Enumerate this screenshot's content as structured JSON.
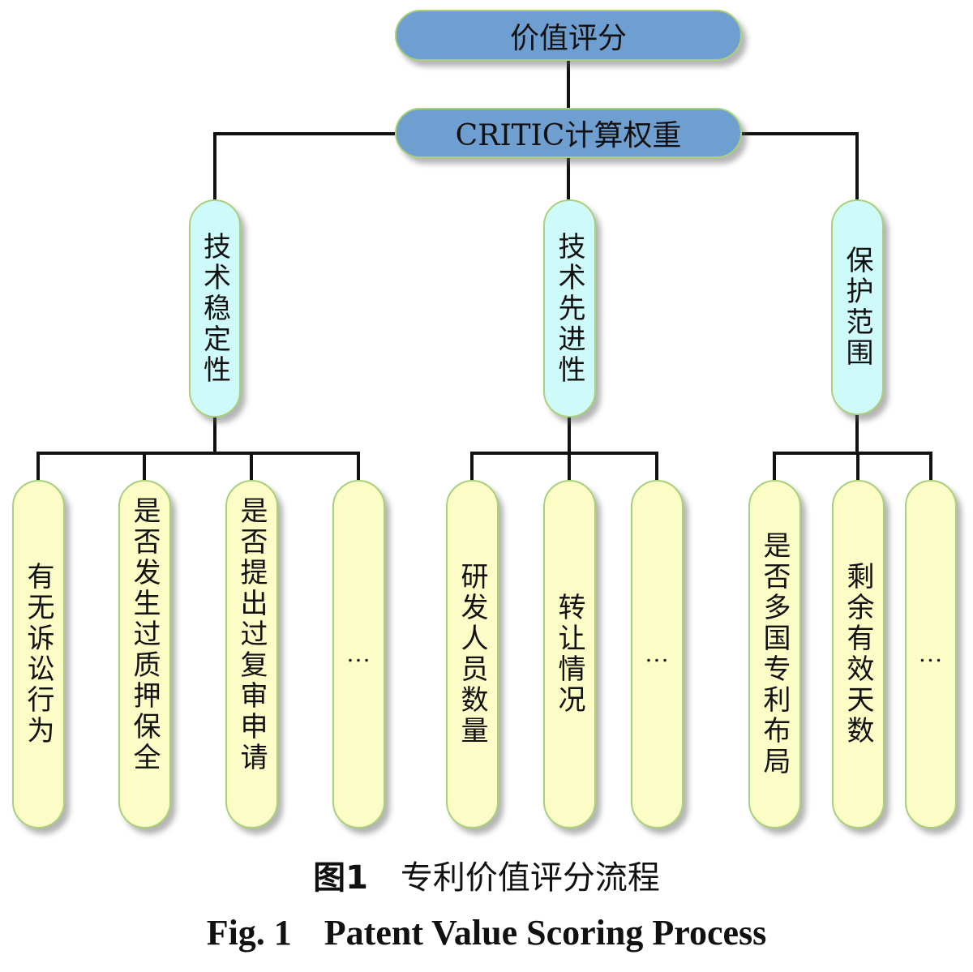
{
  "diagram": {
    "root": {
      "label": "价值评分"
    },
    "weighting": {
      "label": "CRITIC计算权重"
    },
    "categories": [
      {
        "label": "技术稳定性",
        "indicators": [
          "有无诉讼行为",
          "是否发生过质押保全",
          "是否提出过复审申请",
          "…"
        ]
      },
      {
        "label": "技术先进性",
        "indicators": [
          "研发人员数量",
          "转让情况",
          "…"
        ]
      },
      {
        "label": "保护范围",
        "indicators": [
          "是否多国专利布局",
          "剩余有效天数",
          "…"
        ]
      }
    ],
    "colors": {
      "root_fill": "#6f9fd0",
      "category_fill": "#cffafa",
      "leaf_fill": "#fcfcc6",
      "border": "#a9d07a",
      "connector": "#111111"
    }
  },
  "caption": {
    "cn_prefix": "图1",
    "cn_title": "专利价值评分流程",
    "en_prefix": "Fig. 1",
    "en_title": "Patent Value Scoring Process"
  }
}
